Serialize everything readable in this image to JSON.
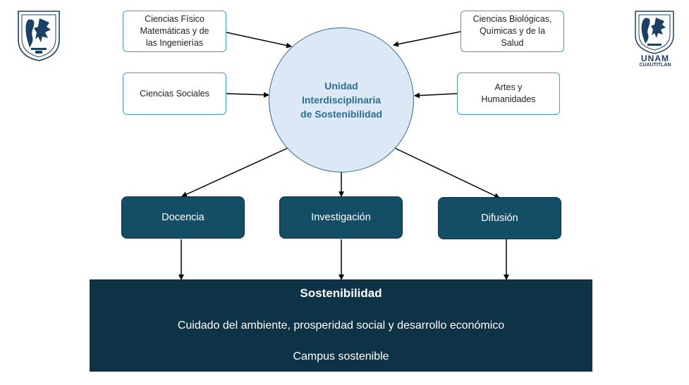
{
  "diagram": {
    "center": "Unidad\nInterdisciplinaria\nde Sostenibilidad",
    "inputs": {
      "top_left": "Ciencias Físico\nMatemáticas y de\nlas Ingenierías",
      "mid_left": "Ciencias Sociales",
      "top_right": "Ciencias Biológicas,\nQuímicas y de la\nSalud",
      "mid_right": "Artes y\nHumanidades"
    },
    "pillars": [
      "Docencia",
      "Investigación",
      "Difusión"
    ],
    "outcome": {
      "title": "Sostenibilidad",
      "line1": "Cuidado del ambiente, prosperidad social y desarrollo económico",
      "line2": "Campus sostenible"
    }
  },
  "logos": {
    "left": "unam-seal-icon",
    "right": "unam-cuautitlan-seal-icon",
    "right_text_1": "UNAM",
    "right_text_2": "CUAUTITLÁN"
  },
  "colors": {
    "input_border": "#3a9fce",
    "circle_fill": "#dce8f6",
    "circle_text": "#2e6e8d",
    "pillar_fill": "#144d66",
    "outcome_fill": "#0e3346",
    "logo_blue": "#1b3f66"
  }
}
